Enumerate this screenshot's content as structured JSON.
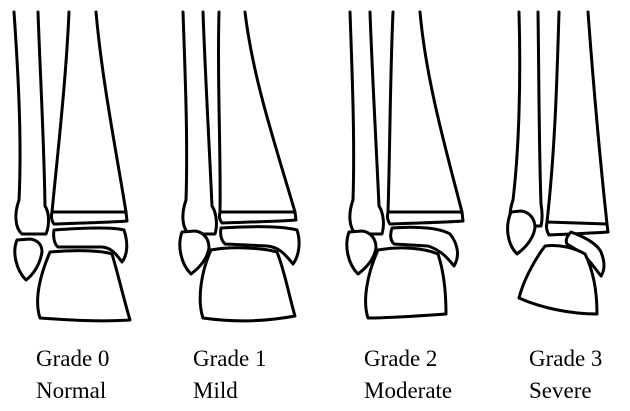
{
  "panels": [
    {
      "grade": "Grade 0",
      "severity": "Normal"
    },
    {
      "grade": "Grade 1",
      "severity": "Mild"
    },
    {
      "grade": "Grade 2",
      "severity": "Moderate"
    },
    {
      "grade": "Grade 3",
      "severity": "Severe"
    }
  ],
  "colors": {
    "stroke": "#000000",
    "fill": "#ffffff",
    "background": "#ffffff"
  }
}
